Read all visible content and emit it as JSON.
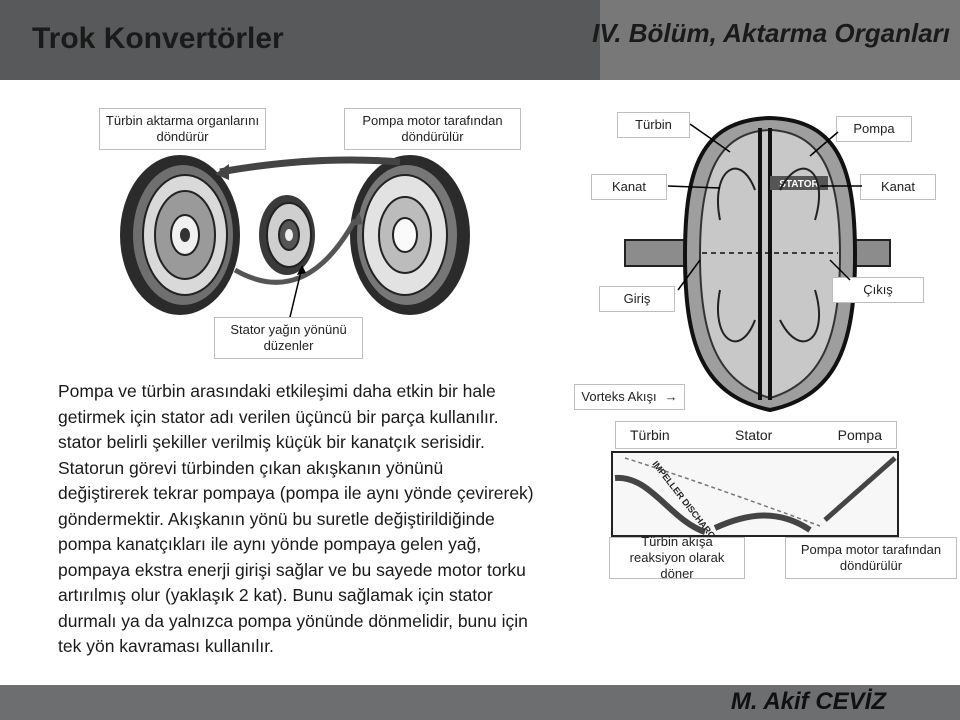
{
  "header": {
    "title": "Trok Konvertörler",
    "section": "IV. Bölüm, Aktarma Organları"
  },
  "labels": {
    "turbine_drives": "Türbin aktarma organlarını döndürür",
    "pump_driven": "Pompa motor tarafından döndürülür",
    "stator_directs": "Stator yağın yönünü düzenler",
    "turbine": "Türbin",
    "pump": "Pompa",
    "blade_left": "Kanat",
    "blade_right": "Kanat",
    "stator_badge": "STATOR",
    "inlet": "Giriş",
    "outlet": "Çıkış",
    "vortex_flow": "Vorteks Akışı",
    "row_turbine": "Türbin",
    "row_stator": "Stator",
    "row_pump": "Pompa",
    "impeller_discharge": "IMPELLER DISCHARGE",
    "turbine_reacts": "Türbin akışa reaksiyon olarak döner",
    "pump_driven_2": "Pompa motor tarafından döndürülür"
  },
  "body_lines": [
    "Pompa ve türbin arasındaki etkileşimi daha etkin bir hale",
    "getirmek için stator adı verilen üçüncü bir parça kullanılır.",
    "stator belirli şekiller verilmiş küçük bir kanatçık serisidir.",
    "Statorun görevi türbinden çıkan akışkanın yönünü",
    "değiştirerek tekrar pompaya (pompa ile aynı yönde çevirerek)",
    "göndermektir. Akışkanın yönü bu suretle değiştirildiğinde",
    "pompa kanatçıkları ile aynı yönde pompaya gelen yağ,",
    "pompaya ekstra enerji girişi sağlar ve bu sayede motor torku",
    "artırılmış olur (yaklaşık 2 kat). Bunu sağlamak için stator",
    "durmalı ya da yalnızca pompa yönünde dönmelidir, bunu  için",
    "tek yön kavraması kullanılır."
  ],
  "footer": {
    "author": "M. Akif CEVİZ"
  }
}
